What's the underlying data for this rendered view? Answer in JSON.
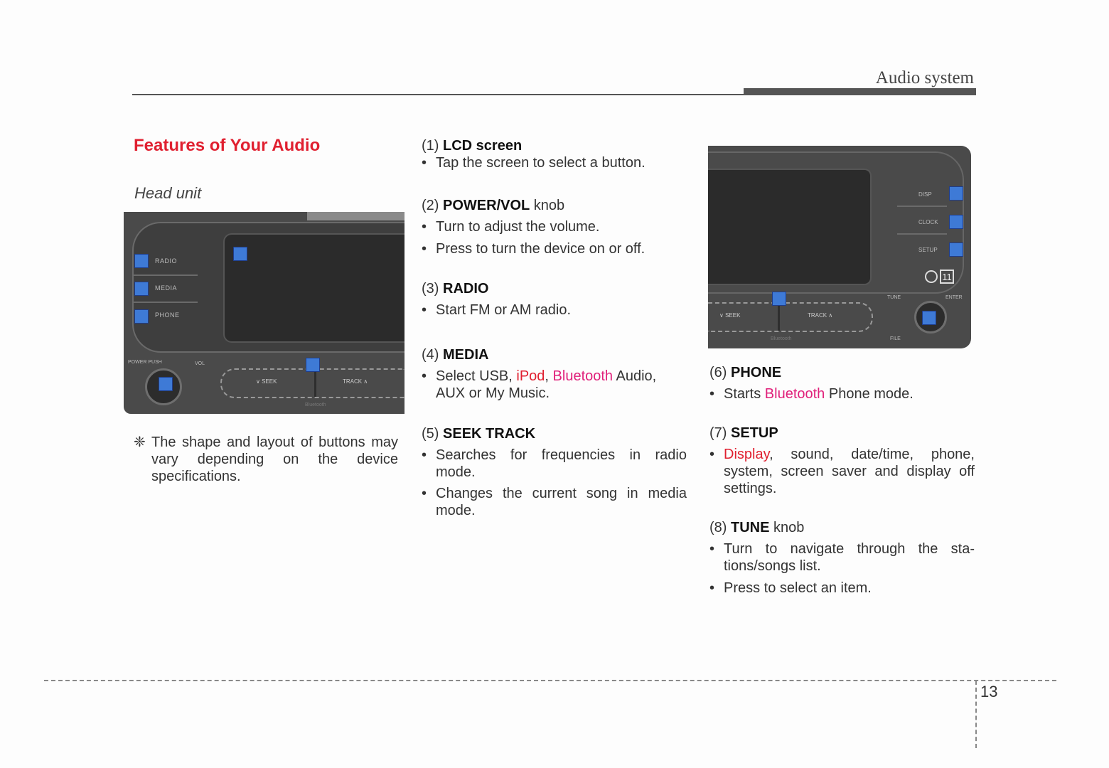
{
  "header": {
    "section": "Audio system"
  },
  "intro": {
    "title": "Features of Your Audio",
    "subtitle": "Head unit",
    "note_symbol": "❈",
    "note": "The shape and layout of buttons may vary depending on the device specifications."
  },
  "unit_left": {
    "buttons": [
      "RADIO",
      "MEDIA",
      "PHONE"
    ],
    "power_label": "POWER PUSH",
    "vol_label": "VOL",
    "seek_label": "∨ SEEK",
    "track_label": "TRACK ∧",
    "bt_label": "Bluetooth"
  },
  "unit_right": {
    "buttons": [
      "DISP",
      "CLOCK",
      "SETUP"
    ],
    "tune_label": "TUNE",
    "enter_label": "ENTER",
    "file_label": "FILE",
    "seek_label": "∨ SEEK",
    "track_label": "TRACK ∧",
    "bt_label": "Bluetooth",
    "callout_number": "11"
  },
  "items": {
    "lcd": {
      "num": "(1)",
      "name": "LCD screen",
      "suffix": "",
      "bullets": [
        "Tap the screen to select a button."
      ]
    },
    "power": {
      "num": "(2)",
      "name": "POWER/VOL",
      "suffix": " knob",
      "bullets": [
        "Turn to adjust the volume.",
        "Press to turn the device on or off."
      ]
    },
    "radio": {
      "num": "(3)",
      "name": "RADIO",
      "suffix": "",
      "bullets": [
        "Start FM or AM radio."
      ]
    },
    "media": {
      "num": "(4)",
      "name": "MEDIA",
      "suffix": "",
      "b1_pre": "Select USB, ",
      "b1_ipod": "iPod",
      "b1_comma": ", ",
      "b1_bt": "Bluetooth",
      "b1_post": " Audio, AUX or My Music."
    },
    "seek": {
      "num": "(5)",
      "name": "SEEK TRACK",
      "suffix": "",
      "bullets": [
        "Searches for frequencies in radio mode.",
        "Changes the current song in media mode."
      ]
    },
    "phone": {
      "num": "(6)",
      "name": "PHONE",
      "suffix": "",
      "b1_pre": "Starts ",
      "b1_bt": "Bluetooth",
      "b1_post": " Phone mode."
    },
    "setup": {
      "num": "(7)",
      "name": "SETUP",
      "suffix": "",
      "b1_disp": "Display",
      "b1_post": ", sound, date/time, phone, system, screen saver and display off settings."
    },
    "tune": {
      "num": "(8)",
      "name": "TUNE",
      "suffix": " knob",
      "bullets": [
        "Turn to navigate through the sta-tions/songs list.",
        "Press to select an item."
      ]
    }
  },
  "footer": {
    "page": "13"
  },
  "colors": {
    "accent_red": "#e02030",
    "accent_pink": "#e0207a",
    "marker_blue": "#3e7ad6"
  }
}
